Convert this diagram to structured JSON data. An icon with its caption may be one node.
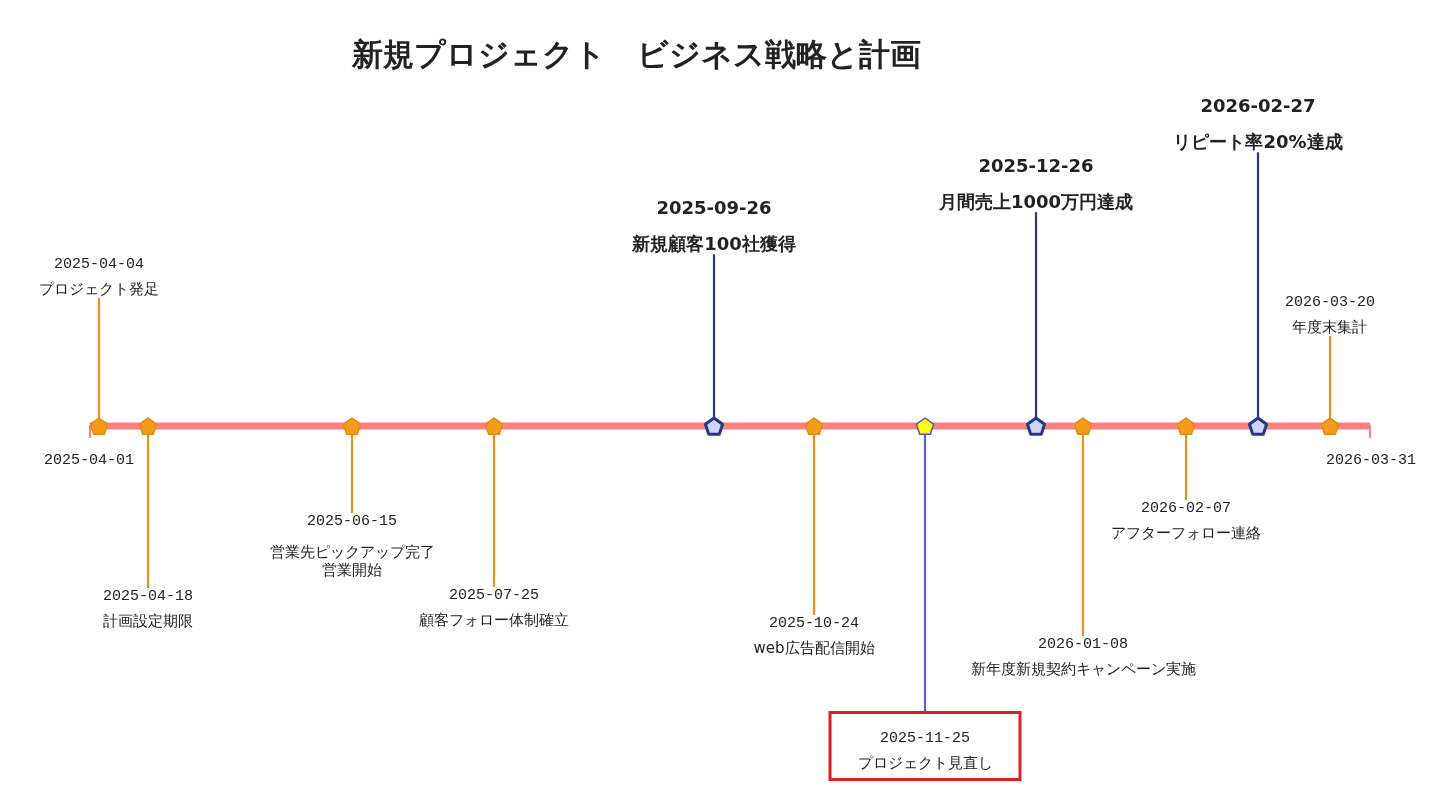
{
  "diagram": {
    "title": "新規プロジェクト　ビジネス戦略と計画",
    "nodes": [
      {
        "text": [
          "2025-04-04",
          "プロジェクト発足"
        ]
      },
      {
        "text": [
          "2025-04-18",
          "計画設定期限"
        ]
      },
      {
        "text": [
          "2025-06-15",
          "営業先ピックアップ完了",
          "営業開始"
        ]
      },
      {
        "text": [
          "2025-07-25",
          "顧客フォロー体制確立"
        ]
      },
      {
        "text": [
          "2025-09-26",
          "新規顧客100社獲得"
        ]
      },
      {
        "text": [
          "2025-10-24",
          "web広告配信開始"
        ]
      },
      {
        "text": [
          "2025-11-25",
          "プロジェクト見直し"
        ]
      },
      {
        "text": [
          "2025-12-26",
          "月間売上1000万円達成"
        ]
      },
      {
        "text": [
          "2026-01-08",
          "新年度新規契約キャンペーン実施"
        ]
      },
      {
        "text": [
          "2026-02-07",
          "アフターフォロー連絡"
        ]
      },
      {
        "text": [
          "2026-02-27",
          "リピート率20%達成"
        ]
      },
      {
        "text": [
          "2026-03-20",
          "年度末集計"
        ]
      },
      {
        "text": [],
        "shape": "pentagon"
      },
      {
        "text": [],
        "shape": "pentagon"
      },
      {
        "text": [],
        "shape": "pentagon"
      },
      {
        "text": [],
        "shape": "pentagon"
      },
      {
        "text": [],
        "shape": "pentagon"
      },
      {
        "text": [],
        "shape": "pentagon"
      },
      {
        "text": [],
        "shape": "pentagon"
      },
      {
        "text": [],
        "shape": "pentagon"
      },
      {
        "text": [],
        "shape": "pentagon"
      },
      {
        "text": [],
        "shape": "pentagon"
      },
      {
        "text": [],
        "shape": "pentagon"
      },
      {
        "text": [],
        "shape": "pentagon"
      }
    ],
    "edges": [
      {
        "from": 12,
        "to": 0,
        "arrow": "none"
      },
      {
        "from": 13,
        "to": 1,
        "arrow": "none"
      },
      {
        "from": 14,
        "to": 2,
        "arrow": "none"
      },
      {
        "from": 15,
        "to": 3,
        "arrow": "none"
      },
      {
        "from": 16,
        "to": 4,
        "arrow": "none",
        "color": "#26388a"
      },
      {
        "from": 17,
        "to": 5,
        "arrow": "none"
      },
      {
        "from": 18,
        "to": 6,
        "arrow": "none",
        "color": "#5b63d6"
      },
      {
        "from": 19,
        "to": 7,
        "arrow": "none",
        "color": "#26388a"
      },
      {
        "from": 20,
        "to": 8,
        "arrow": "none"
      },
      {
        "from": 21,
        "to": 9,
        "arrow": "none"
      },
      {
        "from": 22,
        "to": 10,
        "arrow": "none",
        "color": "#26388a"
      },
      {
        "from": 23,
        "to": 11,
        "arrow": "none"
      }
    ],
    "labels": [
      "2025-04-01",
      "2026-03-31"
    ]
  }
}
